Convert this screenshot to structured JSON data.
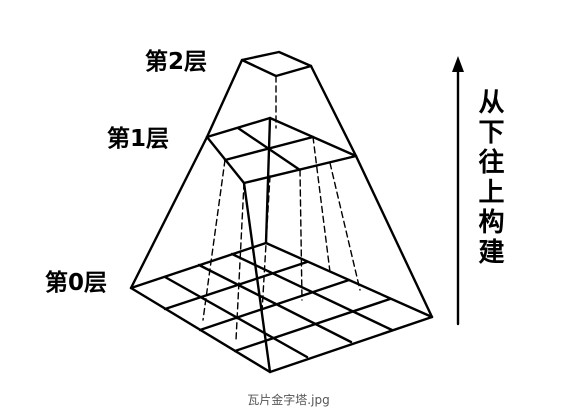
{
  "labels": {
    "level2": "第2层",
    "level1": "第1层",
    "level0": "第0层"
  },
  "direction_text": "从下往上构建",
  "caption": "瓦片金字塔.jpg",
  "colors": {
    "line": "#000000",
    "background": "#ffffff"
  }
}
